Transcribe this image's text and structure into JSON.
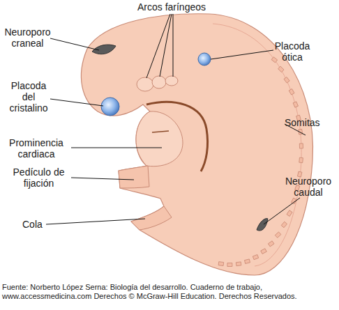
{
  "diagram": {
    "caption": "Fuente: Norberto López Serna: Biología del desarrollo. Cuaderno de trabajo, www.accessmedicina.com Derechos © McGraw-Hill Education. Derechos Reservados.",
    "labels": [
      "Arcos faríngeos",
      "Neuroporo craneal",
      "Placoda del cristalino",
      "Prominencia cardiaca",
      "Pedículo de fijación",
      "Cola",
      "Placoda ótica",
      "Somitas",
      "Neuroporo caudal"
    ]
  }
}
